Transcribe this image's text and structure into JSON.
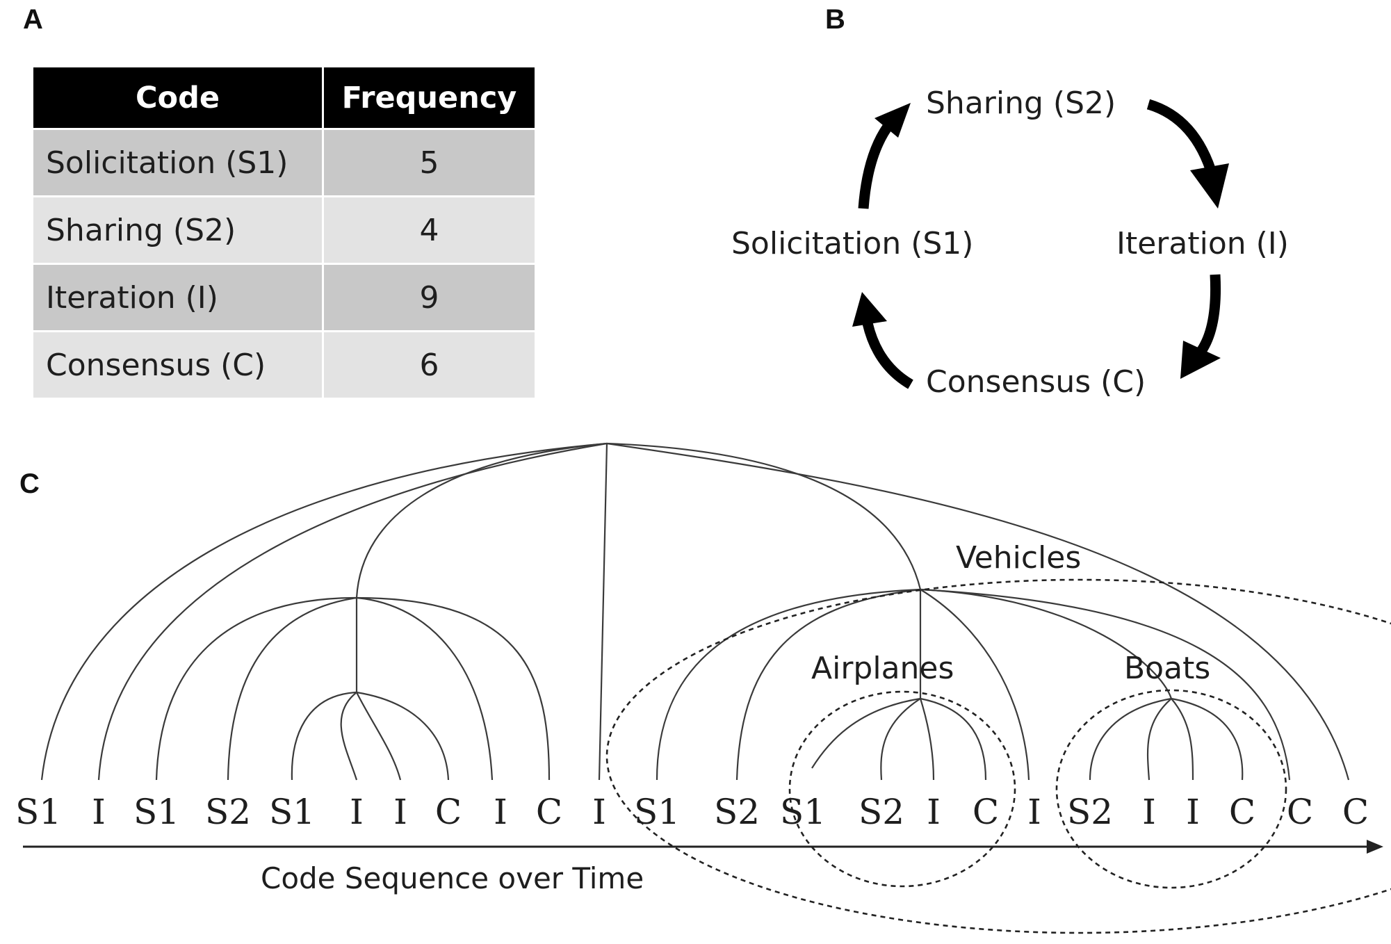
{
  "panels": {
    "a": "A",
    "b": "B",
    "c": "C"
  },
  "table": {
    "headers": {
      "code": "Code",
      "frequency": "Frequency"
    },
    "rows": [
      {
        "code": "Solicitation (S1)",
        "frequency": "5"
      },
      {
        "code": "Sharing (S2)",
        "frequency": "4"
      },
      {
        "code": "Iteration (I)",
        "frequency": "9"
      },
      {
        "code": "Consensus (C)",
        "frequency": "6"
      }
    ]
  },
  "cycle": {
    "sharing": "Sharing (S2)",
    "iteration": "Iteration (I)",
    "consensus": "Consensus (C)",
    "solicitation": "Solicitation (S1)"
  },
  "sequence": {
    "codes": [
      "S1",
      "I",
      "S1",
      "S2",
      "S1",
      "I",
      "I",
      "C",
      "I",
      "C",
      "I",
      "S1",
      "S2",
      "S1",
      "S2",
      "I",
      "C",
      "I",
      "S2",
      "I",
      "I",
      "C",
      "C",
      "C"
    ],
    "axis_label": "Code Sequence over Time",
    "groups": {
      "vehicles": "Vehicles",
      "airplanes": "Airplanes",
      "boats": "Boats"
    }
  }
}
